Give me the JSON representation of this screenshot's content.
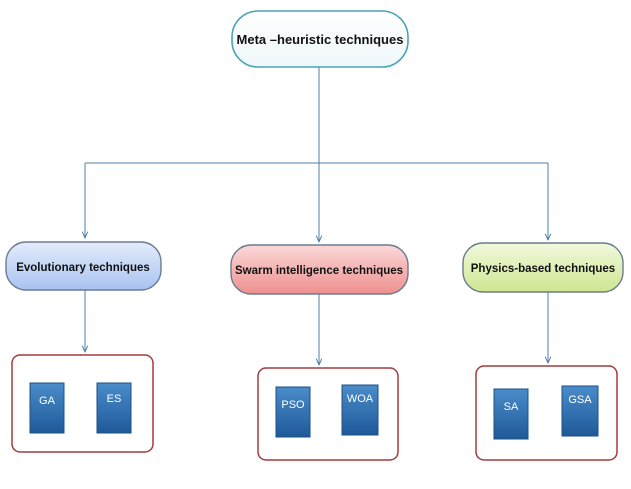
{
  "root": {
    "label": "Meta –heuristic techniques"
  },
  "categories": [
    {
      "label": "Evolutionary techniques",
      "color": "#b7cdf2",
      "algorithms": [
        "GA",
        "ES"
      ]
    },
    {
      "label": "Swarm intelligence techniques",
      "color": "#f3a3a3",
      "algorithms": [
        "PSO",
        "WOA"
      ]
    },
    {
      "label": "Physics-based techniques",
      "color": "#d7eba4",
      "algorithms": [
        "SA",
        "GSA"
      ]
    }
  ],
  "colors": {
    "connector": "#4f7fa8",
    "root_border": "#48a4b3",
    "category_border": "#6b7b91",
    "group_border": "#a43a3a",
    "algo_fill": "#2c6fb0"
  }
}
